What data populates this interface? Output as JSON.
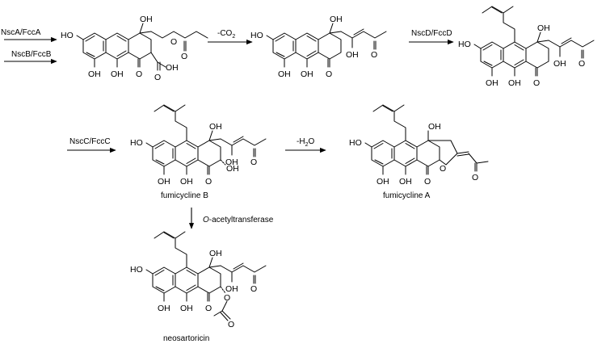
{
  "arrow_labels": {
    "step1_top": "NscA/FccA",
    "step1_bottom": "NscB/FccB",
    "decarboxylation": "-CO",
    "decarboxylation_sub": "2",
    "prenylation": "NscD/FccD",
    "hydroxylation": "NscC/FccC",
    "dehydration": "-H",
    "dehydration_sub": "2",
    "dehydration_tail": "O",
    "acetylation_italic": "O",
    "acetylation_rest": "-acetyltransferase"
  },
  "compound_names": {
    "fumicycline_b": "fumicycline B",
    "fumicycline_a": "fumicycline A",
    "neosartoricin": "neosartoricin"
  },
  "atoms": {
    "oh": "OH",
    "ho": "HO",
    "o": "O"
  }
}
